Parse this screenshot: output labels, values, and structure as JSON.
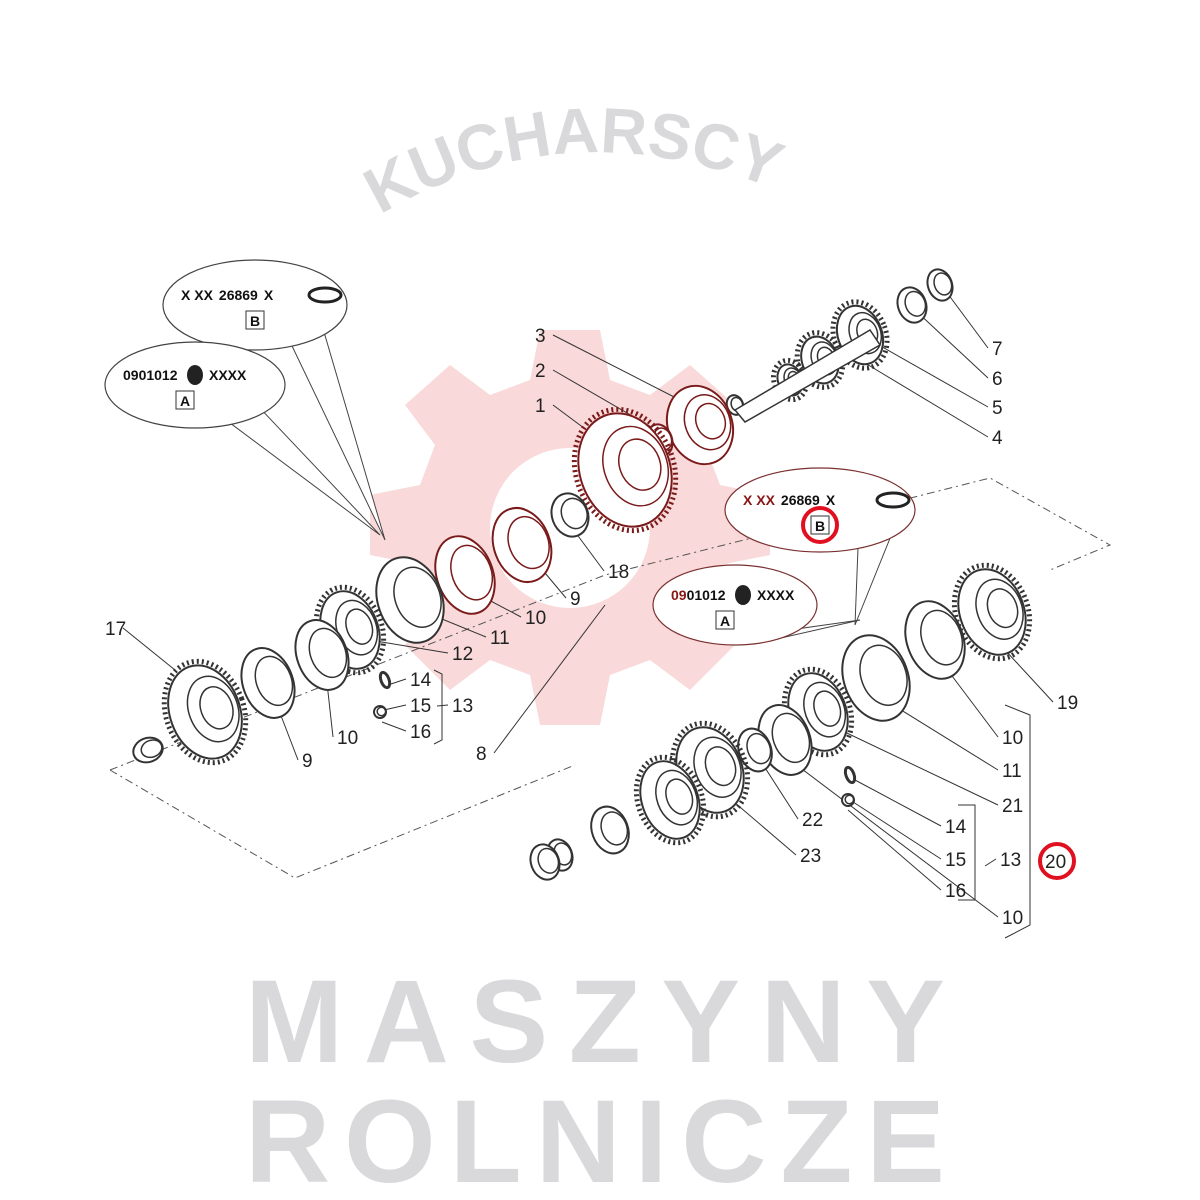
{
  "watermark": {
    "arc_text": "KUCHARSCY",
    "line1": "MASZYNY",
    "line2": "ROLNICZE",
    "gear_color": "#f9d9d9",
    "text_color": "#d9d9dc"
  },
  "callouts": [
    {
      "code_prefix": "X XX",
      "code": "26869",
      "code_suffix": "X",
      "tag": "B"
    },
    {
      "code_prefix": "09",
      "code": "01012",
      "code_suffix": "XXXX",
      "tag": "A"
    },
    {
      "code_prefix": "X XX",
      "code": "26869",
      "code_suffix": "X",
      "tag": "B"
    },
    {
      "code_prefix": "09",
      "code": "01012",
      "code_suffix": "XXXX",
      "tag": "A"
    }
  ],
  "labels": [
    "3",
    "2",
    "1",
    "7",
    "6",
    "5",
    "4",
    "18",
    "9",
    "10",
    "11",
    "12",
    "14",
    "15",
    "13",
    "16",
    "17",
    "9",
    "10",
    "8",
    "19",
    "10",
    "11",
    "21",
    "22",
    "23",
    "14",
    "15",
    "13",
    "16",
    "10",
    "20"
  ],
  "highlight_color": "#e01020"
}
